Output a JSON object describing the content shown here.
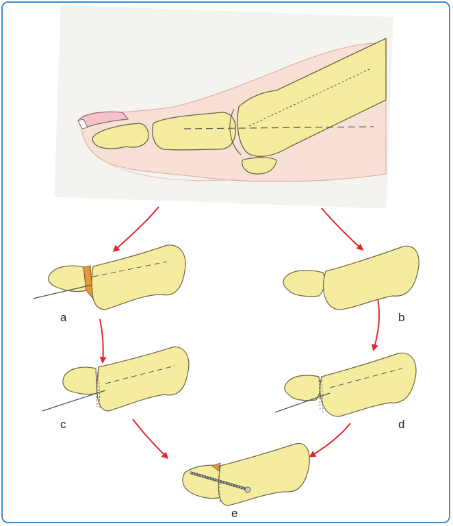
{
  "labels": {
    "a": "a",
    "b": "b",
    "c": "c",
    "d": "d",
    "e": "e"
  },
  "colors": {
    "border": "#3b8cc8",
    "bone_fill": "#f6ec9f",
    "bone_stroke": "#6b6440",
    "skin": "#f6dcd2",
    "arrow": "#e0262a",
    "cartilage_cut": "#e8963a"
  },
  "icons": [
    "toe-illustration",
    "arrow",
    "phalanx-bone",
    "k-wire",
    "screw"
  ]
}
